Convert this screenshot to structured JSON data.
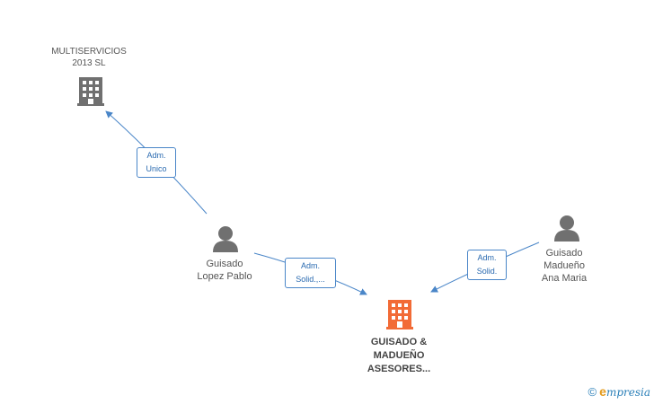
{
  "colors": {
    "edge": "#4a86c8",
    "company_icon": "#707070",
    "target_icon": "#f26b36",
    "person_icon": "#707070"
  },
  "nodes": {
    "company_top": {
      "label": "MULTISERVICIOS\n2013  SL",
      "icon": "building-icon"
    },
    "person_left": {
      "label": "Guisado\nLopez Pablo",
      "icon": "person-icon"
    },
    "person_right": {
      "label": "Guisado\nMadueño\nAna Maria",
      "icon": "person-icon"
    },
    "target": {
      "label": "GUISADO &\nMADUEÑO\nASESORES...",
      "icon": "building-icon"
    }
  },
  "edges": {
    "adm_unico": "Adm.\nUnico",
    "adm_solid_left": "Adm.\nSolid.,...",
    "adm_solid_right": "Adm.\nSolid."
  },
  "watermark": {
    "copyright": "©",
    "brand_initial": "e",
    "brand_rest": "mpresia"
  }
}
